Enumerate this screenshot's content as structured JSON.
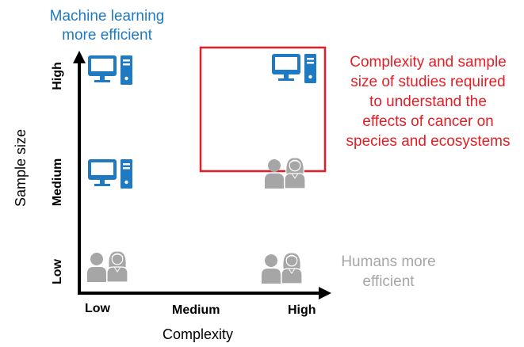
{
  "annotations": {
    "machine_learning": [
      "Machine learning",
      "more efficient"
    ],
    "humans": [
      "Humans more",
      "efficient"
    ],
    "highlight": [
      "Complexity and sample",
      "size of studies required",
      "to understand the",
      "effects of  cancer on",
      "species and ecosystems"
    ]
  },
  "axes": {
    "x_title": "Complexity",
    "y_title": "Sample size",
    "x_ticks": [
      "Low",
      "Medium",
      "High"
    ],
    "y_ticks": [
      "Low",
      "Medium",
      "High"
    ]
  },
  "colors": {
    "computer": "#1f7ac2",
    "human": "#a6a6a6",
    "highlight_box": "#e31e24",
    "axis": "#000000"
  },
  "icons": {
    "computer": "computer-icon",
    "human_pair": "people-icon"
  }
}
